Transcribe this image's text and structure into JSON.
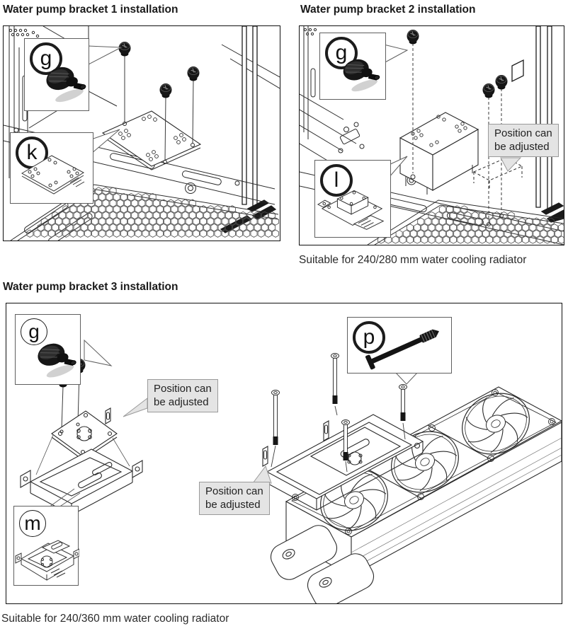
{
  "sections": [
    {
      "title": "Water pump bracket 1 installation",
      "caption": ""
    },
    {
      "title": "Water pump bracket 2 installation",
      "caption": "Suitable for 240/280 mm water cooling radiator"
    },
    {
      "title": "Water pump bracket 3 installation",
      "caption": "Suitable for 240/360 mm water cooling radiator"
    }
  ],
  "parts": {
    "g": "g",
    "k": "k",
    "l": "l",
    "m": "m",
    "p": "p"
  },
  "adjust_label": {
    "line1": "Position can",
    "line2": "be adjusted"
  },
  "colors": {
    "line": "#2a2a2a",
    "label_bg": "#e4e4e4",
    "label_border": "#9a9a9a",
    "text": "#1a1a1a",
    "part_black": "#151515"
  }
}
